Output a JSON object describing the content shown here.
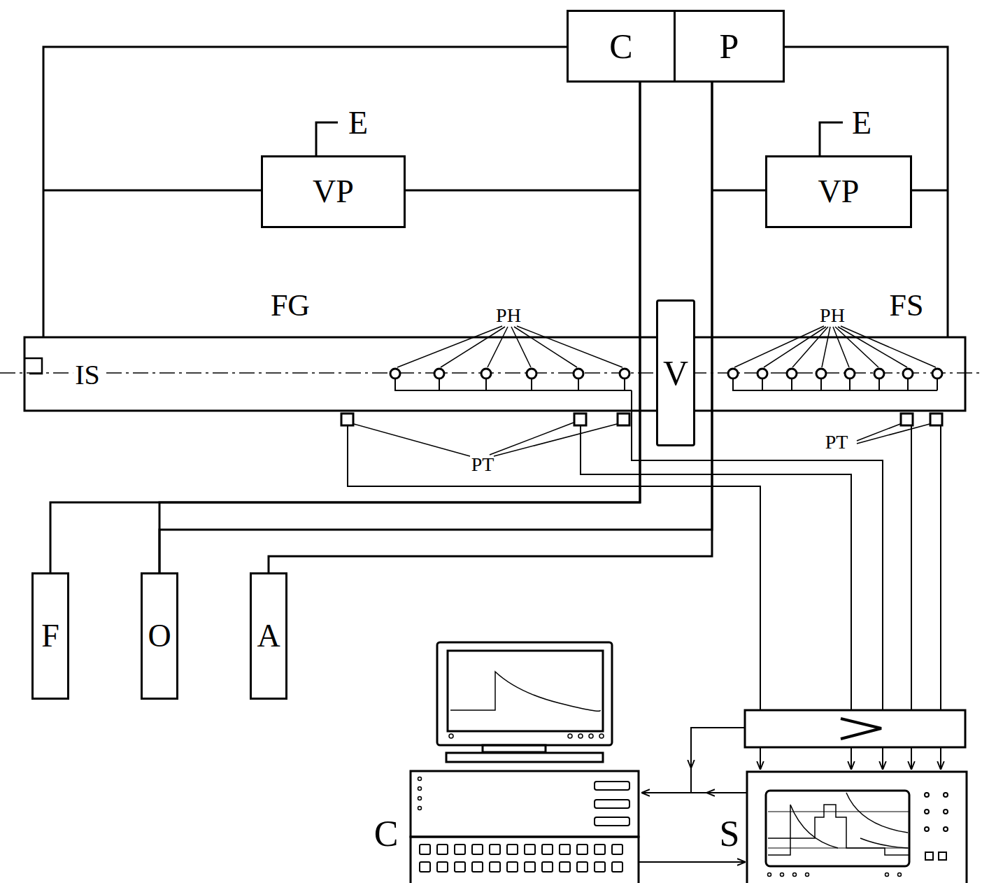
{
  "diagram": {
    "nodes": [
      {
        "text": [
          "C"
        ]
      },
      {
        "text": [
          "P"
        ]
      },
      {
        "text": [
          "VP"
        ]
      },
      {
        "text": [
          "VP"
        ]
      },
      {
        "text": [
          "V"
        ]
      },
      {
        "text": [
          "F"
        ]
      },
      {
        "text": [
          "O"
        ]
      },
      {
        "text": [
          "A"
        ]
      }
    ],
    "edges": [
      {
        "from": 5,
        "to": 0,
        "arrow": "none"
      },
      {
        "from": 6,
        "to": 0,
        "arrow": "none"
      },
      {
        "from": 6,
        "to": 1,
        "arrow": "none"
      },
      {
        "from": 7,
        "to": 1,
        "arrow": "none"
      }
    ],
    "labels": [
      "E",
      "E",
      "FG",
      "PH",
      "PH",
      "FS",
      "IS",
      "PT",
      "PT",
      "C",
      "S"
    ]
  }
}
